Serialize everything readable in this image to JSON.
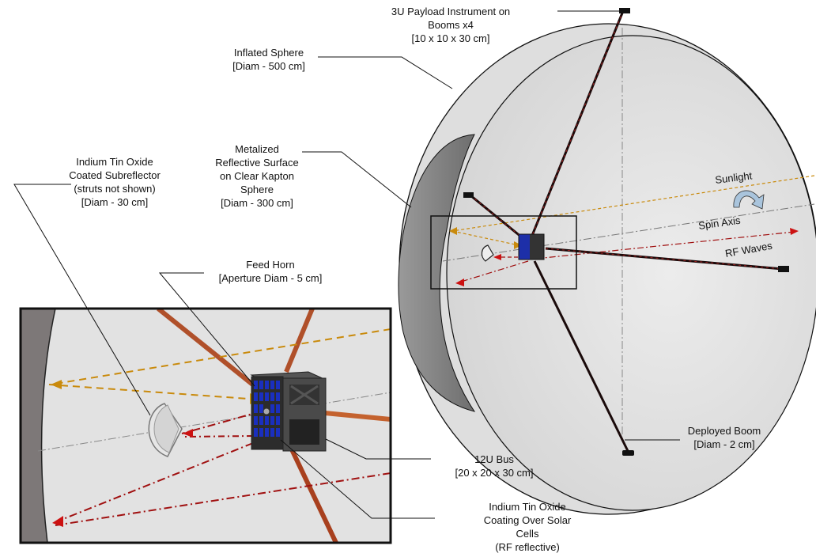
{
  "figure": {
    "title_hidden": null,
    "colors": {
      "sphere_fill": "#dcdcdc",
      "reflector_shadow": "#808080",
      "sunlight": "#c98a0c",
      "rf_waves": "#a01010",
      "boom": "#b0502a",
      "solar_cells": "#1a2fbf",
      "bus_body": "#3d3d3d",
      "spin_arrow": "#a9c4dc"
    }
  },
  "labels": {
    "payload": [
      "3U Payload Instrument on",
      "Booms x4",
      "[10 x 10 x 30 cm]"
    ],
    "inflated_sphere": [
      "Inflated Sphere",
      "[Diam - 500 cm]"
    ],
    "subreflector": [
      "Indium Tin Oxide",
      "Coated Subreflector",
      "(struts not shown)",
      "[Diam - 30 cm]"
    ],
    "metalized": [
      "Metalized",
      "Reflective Surface",
      "on Clear Kapton",
      "Sphere",
      "[Diam - 300 cm]"
    ],
    "feed_horn": [
      "Feed Horn",
      "[Aperture Diam - 5 cm]"
    ],
    "bus": [
      "12U Bus",
      "[20 x 20 x 30 cm]"
    ],
    "ito_coating": [
      "Indium Tin Oxide",
      "Coating Over Solar",
      "Cells",
      "(RF reflective)"
    ],
    "deployed_boom": [
      "Deployed Boom",
      "[Diam - 2 cm]"
    ],
    "sunlight": "Sunlight",
    "spin_axis": "Spin Axis",
    "rf_waves": "RF Waves"
  }
}
